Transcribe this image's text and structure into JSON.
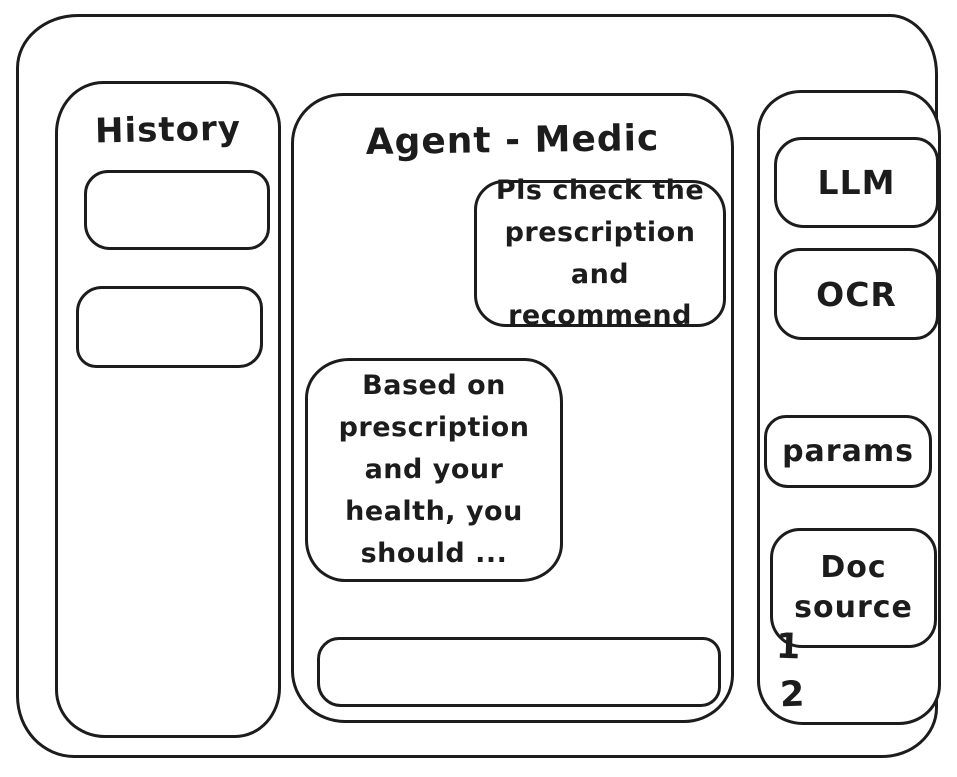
{
  "app": {
    "ink_color": "#1c1c1c",
    "background_color": "#ffffff"
  },
  "history_panel": {
    "title": "History",
    "items": [
      {
        "label": ""
      },
      {
        "label": ""
      }
    ]
  },
  "chat_panel": {
    "title": "Agent - Medic",
    "messages": [
      {
        "role": "user",
        "text": "Pls check the\nprescription\nand recommend"
      },
      {
        "role": "agent",
        "text": "Based on\nprescription\nand your\nhealth, you\nshould ..."
      }
    ],
    "input": {
      "value": "",
      "placeholder": ""
    }
  },
  "tools_panel": {
    "buttons": [
      {
        "label": "LLM"
      },
      {
        "label": "OCR"
      },
      {
        "label": "params"
      },
      {
        "label": "Doc\nsource"
      }
    ],
    "doc_source_items": [
      "1",
      "2"
    ]
  }
}
